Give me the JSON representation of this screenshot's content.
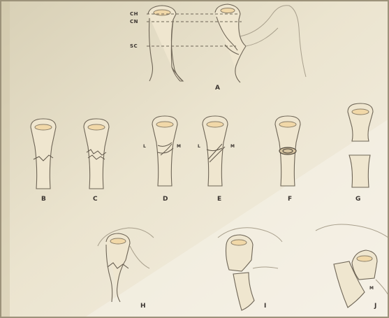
{
  "figure": {
    "level_labels": [
      "CH",
      "CN",
      "SC"
    ],
    "panel_labels": [
      "A",
      "B",
      "C",
      "D",
      "E",
      "F",
      "G",
      "H",
      "I",
      "J"
    ],
    "side_labels": {
      "d_lateral": "L",
      "d_medial": "M",
      "e_lateral": "L",
      "e_medial": "M",
      "j_marker": "M"
    }
  }
}
